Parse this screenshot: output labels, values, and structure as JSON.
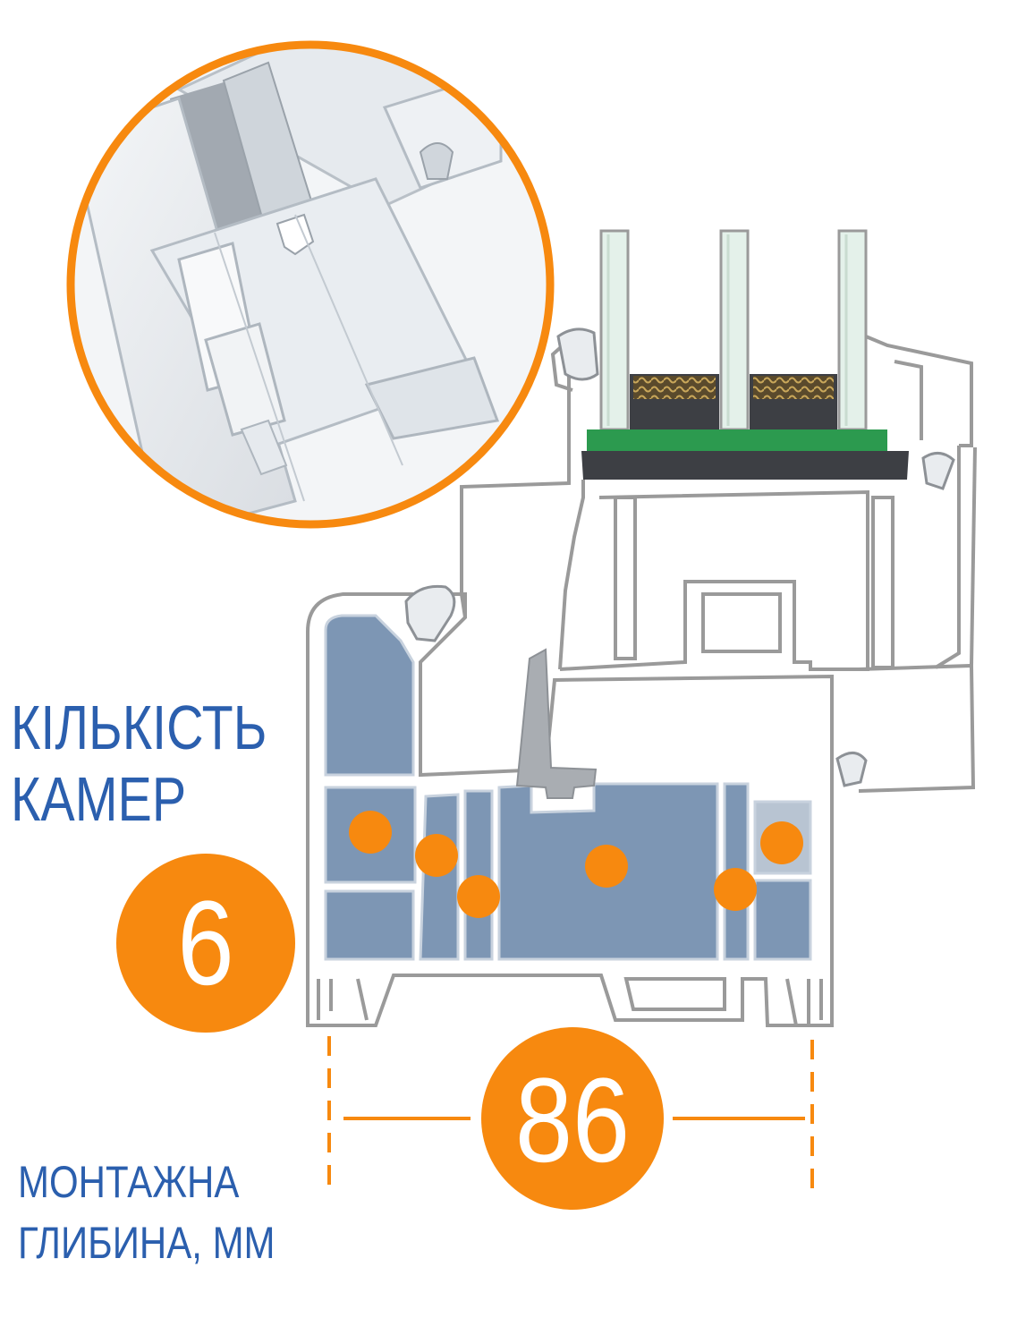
{
  "colors": {
    "accent": "#f7890f",
    "text": "#2b5fae",
    "chamber_fill": "#7d96b4",
    "profile_outline": "#9a9a9a",
    "seal_green": "#2c9a4f",
    "seal_dark": "#3d3f44"
  },
  "chambers_heading": {
    "line1": "КІЛЬКІСТЬ",
    "line2": "КАМЕР"
  },
  "chambers_value": "6",
  "depth_value": "86",
  "depth_heading": {
    "line1": "МОНТАЖНА",
    "line2": "ГЛИБИНА, ММ"
  },
  "detail_icon": "profile-cross-section-closeup"
}
